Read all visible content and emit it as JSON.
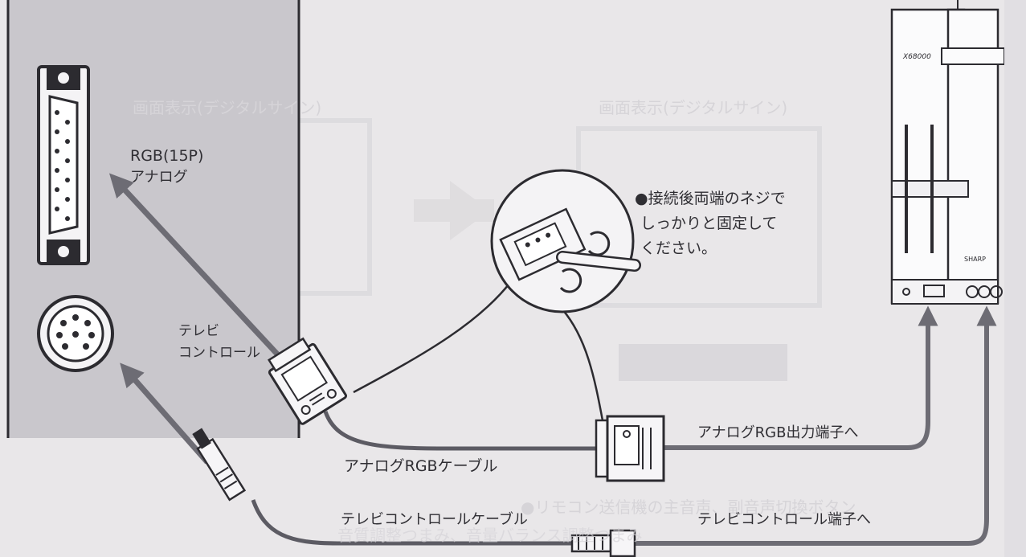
{
  "labels": {
    "rgb_port": "RGB(15P)",
    "rgb_port_sub": "アナログ",
    "tv_control_line1": "テレビ",
    "tv_control_line2": "コントロール",
    "note_line1": "●接続後両端のネジで",
    "note_line2": "しっかりと固定して",
    "note_line3": "ください。",
    "rgb_cable": "アナログRGBケーブル",
    "rgb_output": "アナログRGB出力端子へ",
    "tv_cable": "テレビコントロールケーブル",
    "tv_terminal": "テレビコントロール端子へ"
  },
  "device": {
    "brand_model": "X68000",
    "brand_maker": "SHARP"
  },
  "background_ghost_text": {
    "left_heading": "画面表示(デジタルサイン)",
    "right_heading": "画面表示(デジタルサイン)",
    "bottom_line1": "●リモコン送信機の主音声、副音声切換ボタン",
    "bottom_line2": "音質調整つまみ、音量バランス調整つまみ"
  },
  "colors": {
    "background": "#e9e7e9",
    "panel": "#c9c7cc",
    "cable": "#5c5b63",
    "arrow": "#6d6c74",
    "text": "#2f2e33"
  }
}
